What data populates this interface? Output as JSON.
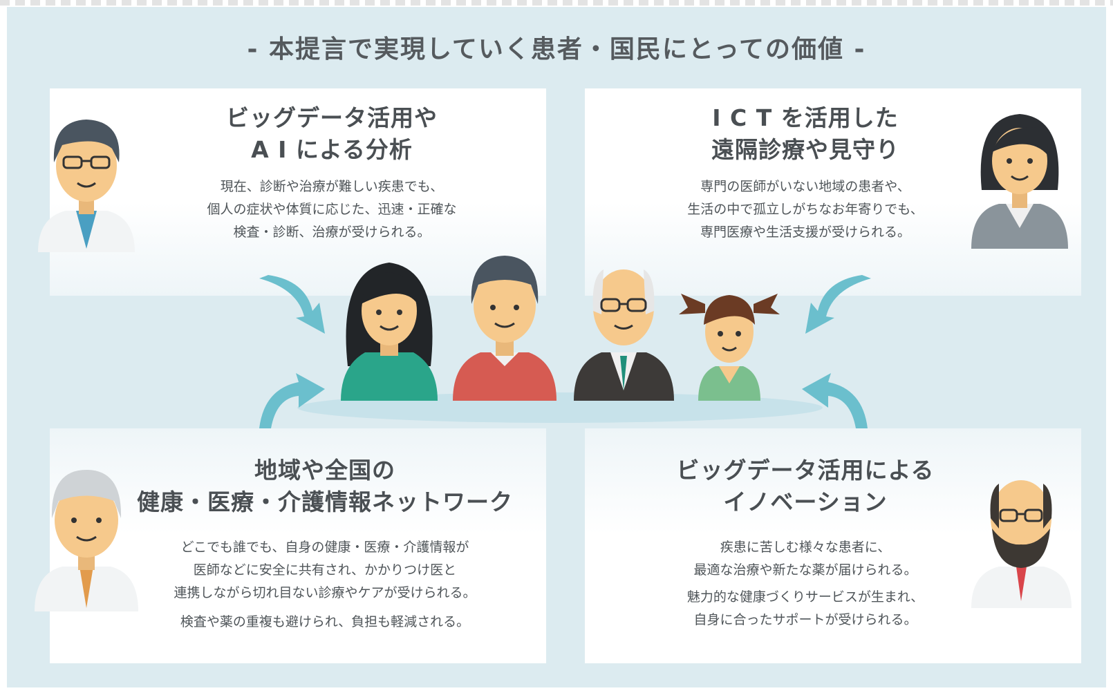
{
  "title": "- 本提言で実現していく患者・国民にとっての価値 -",
  "panels": {
    "top_left": {
      "title": "ビッグデータ活用や\nA I による分析",
      "body": "現在、診断や治療が難しい疾患でも、\n個人の症状や体質に応じた、迅速・正確な\n検査・診断、治療が受けられる。"
    },
    "top_right": {
      "title": "I C T を活用した\n遠隔診療や見守り",
      "body": "専門の医師がいない地域の患者や、\n生活の中で孤立しがちなお年寄りでも、\n専門医療や生活支援が受けられる。"
    },
    "bottom_left": {
      "title": "地域や全国の\n健康・医療・介護情報ネットワーク",
      "body": "どこでも誰でも、自身の健康・医療・介護情報が\n医師などに安全に共有され、かかりつけ医と\n連携しながら切れ目ない診療やケアが受けられる。",
      "body2": "検査や薬の重複も避けられ、負担も軽減される。"
    },
    "bottom_right": {
      "title": "ビッグデータ活用による\nイノベーション",
      "body": "疾患に苦しむ様々な患者に、\n最適な治療や新たな薬が届けられる。",
      "body2": "魅力的な健康づくりサービスが生まれ、\n自身に合ったサポートが受けられる。"
    }
  },
  "colors": {
    "background": "#dcebf0",
    "arrow": "#6bbfcd",
    "title_text": "#555a5e",
    "body_text": "#4f5559",
    "skin": "#f6c98c"
  },
  "icons": [
    "doctor-glasses-icon",
    "woman-doctor-icon",
    "elderly-doctor-icon",
    "bald-bearded-doctor-icon",
    "woman-patient-icon",
    "man-patient-icon",
    "elderly-man-patient-icon",
    "girl-patient-icon",
    "arrow-icon"
  ]
}
